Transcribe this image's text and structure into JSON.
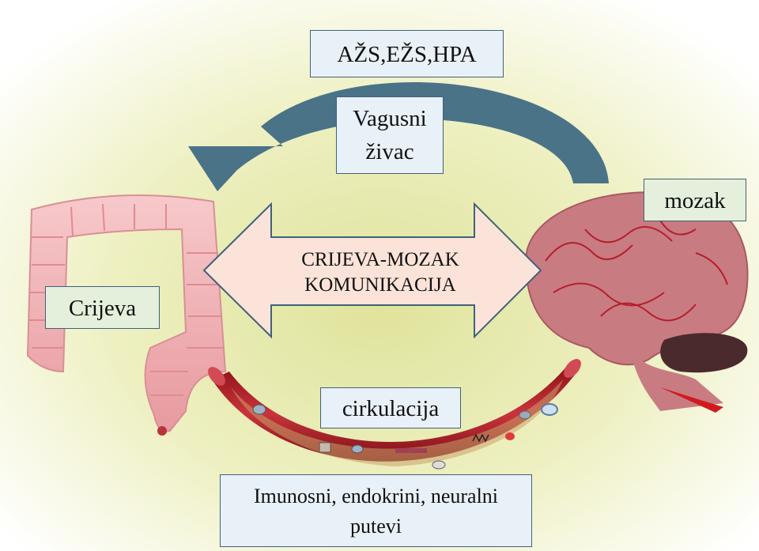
{
  "pathways_top": "AŽS,EŽS,HPA",
  "vagus_line1": "Vagusni",
  "vagus_line2": "živac",
  "brain_label": "mozak",
  "gut_label": "Crijeva",
  "center_line1": "CRIJEVA-MOZAK",
  "center_line2": "KOMUNIKACIJA",
  "circulation_label": "cirkulacija",
  "pathways_bottom_line1": "Imunosni, endokrini, neuralni",
  "pathways_bottom_line2": "putevi",
  "colors": {
    "arrow_blue": "#4a7388",
    "box_fill": "#e9f1f8",
    "box_green": "#e4f0dc",
    "double_arrow_fill": "#fbe3d9",
    "vessel_red": "#b3232a",
    "brain": "#c97b82",
    "gut": "#f1b2b6",
    "background_glow": "#e6ecaa"
  }
}
